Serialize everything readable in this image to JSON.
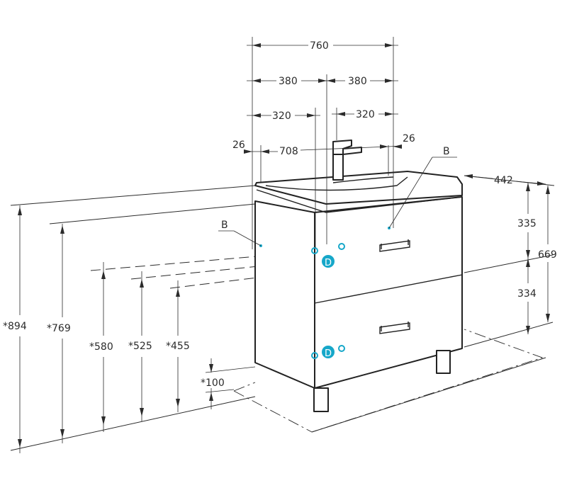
{
  "dimensions": {
    "width_total": "760",
    "half_left": "380",
    "half_right": "380",
    "offset_left": "320",
    "offset_right": "320",
    "inner_width": "708",
    "edge_left": "26",
    "edge_right": "26",
    "depth": "442",
    "drawer_top": "335",
    "drawer_bottom": "334",
    "body_height": "669",
    "total_height": "*894",
    "counter_height": "*769",
    "conn_580": "*580",
    "conn_525": "*525",
    "conn_455": "*455",
    "leg_height": "*100"
  },
  "labels": {
    "b_left": "B",
    "b_right": "B",
    "d_top": "D",
    "d_bottom": "D"
  },
  "colors": {
    "line": "#2b2b2b",
    "marker": "#16a7c9"
  }
}
